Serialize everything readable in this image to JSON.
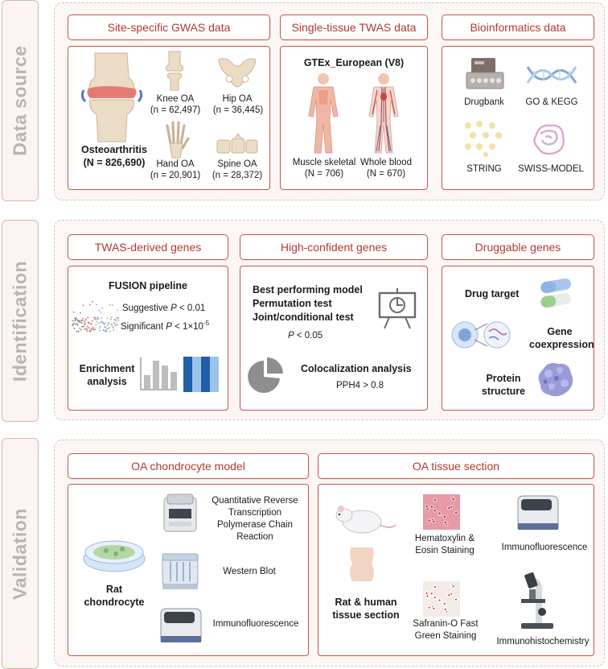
{
  "sections": {
    "data_source": "Data source",
    "identification": "Identification",
    "validation": "Validation"
  },
  "gwas": {
    "header": "Site-specific GWAS data",
    "osteoarthritis": "Osteoarthritis",
    "osteoarthritis_n": "(N = 826,690)",
    "knee": "Knee OA",
    "knee_n": "(n = 62,497)",
    "hip": "Hip OA",
    "hip_n": "(n = 36,445)",
    "hand": "Hand OA",
    "hand_n": "(n = 20,901)",
    "spine": "Spine OA",
    "spine_n": "(n = 28,372)"
  },
  "twas": {
    "header": "Single-tissue TWAS data",
    "title": "GTEx_European (V8)",
    "muscle": "Muscle skeletal",
    "muscle_n": "(N = 706)",
    "blood": "Whole blood",
    "blood_n": "(N = 670)"
  },
  "bioinfo": {
    "header": "Bioinformatics data",
    "drugbank": "Drugbank",
    "gokegg": "GO & KEGG",
    "string": "STRING",
    "swiss": "SWISS-MODEL"
  },
  "twas_genes": {
    "header": "TWAS-derived genes",
    "pipeline": "FUSION pipeline",
    "suggestive": "Suggestive",
    "suggestive_p": "P",
    "suggestive_v": " < 0.01",
    "significant": "Significant",
    "significant_p": "P",
    "significant_v": " < 1×10",
    "significant_exp": "-5",
    "enrichment": "Enrichment analysis"
  },
  "high_conf": {
    "header": "High-confident genes",
    "best": "Best performing model",
    "perm": "Permutation test",
    "joint": "Joint/conditional test",
    "p": "P",
    "p_v": " < 0.05",
    "coloc": "Colocalization analysis",
    "pph4": "PPH4 > 0.8"
  },
  "druggable": {
    "header": "Druggable genes",
    "drug_target": "Drug target",
    "gene_coexp": "Gene coexpression",
    "protein": "Protein structure"
  },
  "chondro": {
    "header": "OA chondrocyte model",
    "qrt": "Quantitative Reverse Transcription Polymerase Chain Reaction",
    "wb": "Western Blot",
    "if": "Immunofluorescence",
    "rat": "Rat chondrocyte"
  },
  "tissue": {
    "header": "OA tissue section",
    "he": "Hematoxylin & Eosin Staining",
    "if": "Immunofluorescence",
    "safranin": "Safranin-O Fast Green Staining",
    "ihc": "Immunohistochemistry",
    "rat_human": "Rat & human tissue section"
  },
  "colors": {
    "accent": "#c2584c",
    "header_text": "#b03a2e",
    "panel_bg": "#fcf6f4",
    "side_text": "#b9b4b2"
  }
}
